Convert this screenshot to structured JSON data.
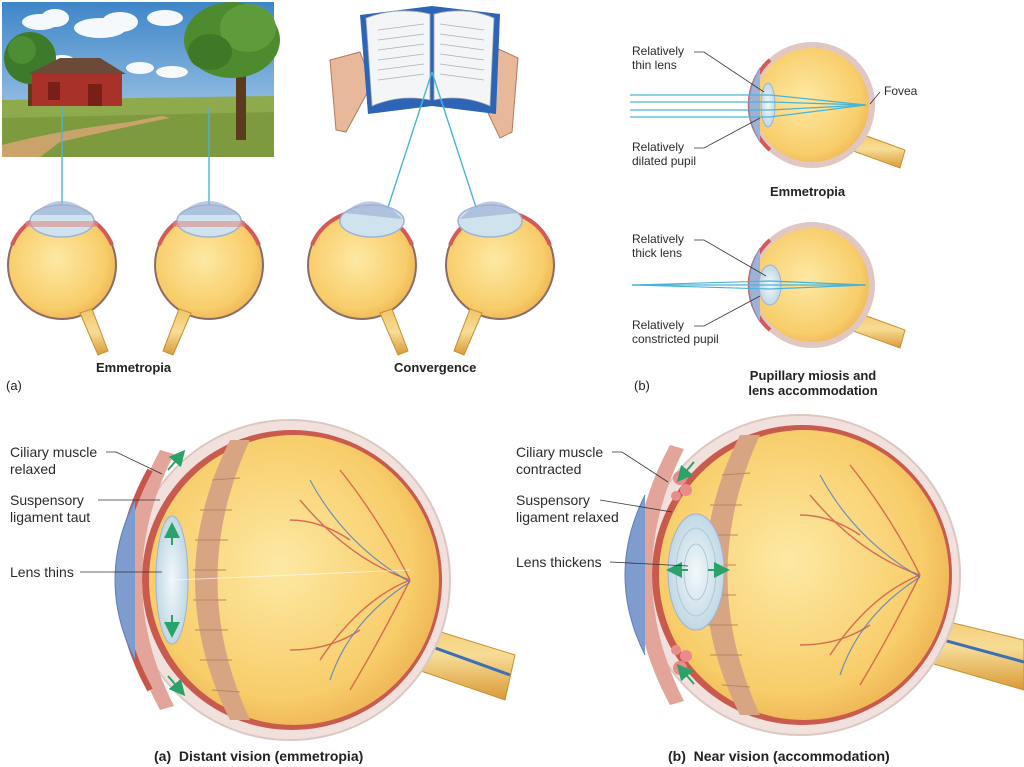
{
  "top_left": {
    "panel_letter": "(a)",
    "emmetropia_caption": "Emmetropia",
    "convergence_caption": "Convergence"
  },
  "top_right": {
    "panel_letter": "(b)",
    "fovea_label": "Fovea",
    "upper_eye": {
      "lens_label": [
        "Relatively",
        "thin lens"
      ],
      "pupil_label": [
        "Relatively",
        "dilated pupil"
      ],
      "caption": "Emmetropia"
    },
    "lower_eye": {
      "lens_label": [
        "Relatively",
        "thick lens"
      ],
      "pupil_label": [
        "Relatively",
        "constricted pupil"
      ],
      "caption": [
        "Pupillary miosis and",
        "lens accommodation"
      ]
    }
  },
  "bottom_left": {
    "ciliary_label": [
      "Ciliary muscle",
      "relaxed"
    ],
    "ligament_label": [
      "Suspensory",
      "ligament taut"
    ],
    "lens_label": "Lens thins",
    "caption_letter": "(a)",
    "caption": "Distant vision (emmetropia)"
  },
  "bottom_right": {
    "ciliary_label": [
      "Ciliary muscle",
      "contracted"
    ],
    "ligament_label": [
      "Suspensory",
      "ligament relaxed"
    ],
    "lens_label": "Lens thickens",
    "caption_letter": "(b)",
    "caption": "Near vision (accommodation)"
  },
  "colors": {
    "vitreous": "#f6c766",
    "sclera": "#f2e3e0",
    "choroid": "#d35a58",
    "cornea": "#9fb2d6",
    "lens": "#cfe3ee",
    "light_ray": "#49b4d9",
    "arrow": "#2aa36b",
    "nerve": "#e8b44a"
  }
}
